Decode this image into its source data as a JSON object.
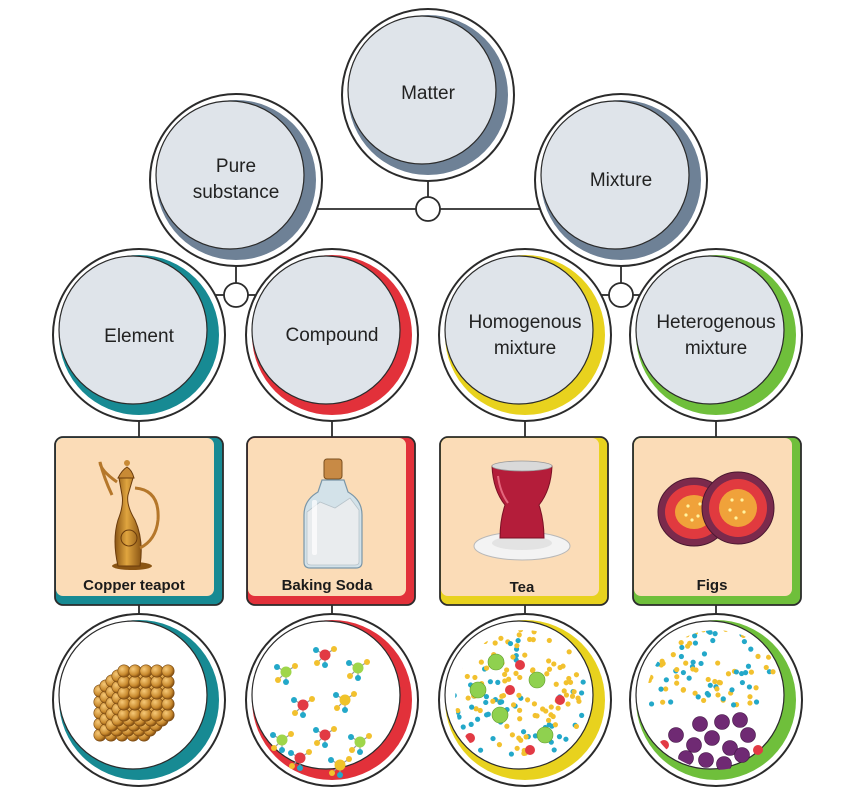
{
  "nodes": {
    "matter": {
      "label": "Matter"
    },
    "pure_substance": {
      "line1": "Pure",
      "line2": "substance"
    },
    "mixture": {
      "label": "Mixture"
    },
    "element": {
      "label": "Element"
    },
    "compound": {
      "label": "Compound"
    },
    "homogenous": {
      "line1": "Homogenous",
      "line2": "mixture"
    },
    "heterogenous": {
      "line1": "Heterogenous",
      "line2": "mixture"
    }
  },
  "examples": {
    "element": "Copper teapot",
    "compound": "Baking Soda",
    "homogenous": "Tea",
    "heterogenous": "Figs"
  },
  "colors": {
    "gray_ring": "#6e8196",
    "node_fill": "#dfe4ea",
    "element": "#178a93",
    "compound": "#e2313a",
    "homogenous": "#e8d21e",
    "heterogenous": "#6fbf3b",
    "card_bg": "#fbdcb7"
  },
  "icons": {
    "element": "copper-teapot-icon",
    "compound": "baking-soda-jar-icon",
    "homogenous": "tea-glass-icon",
    "heterogenous": "figs-icon"
  }
}
